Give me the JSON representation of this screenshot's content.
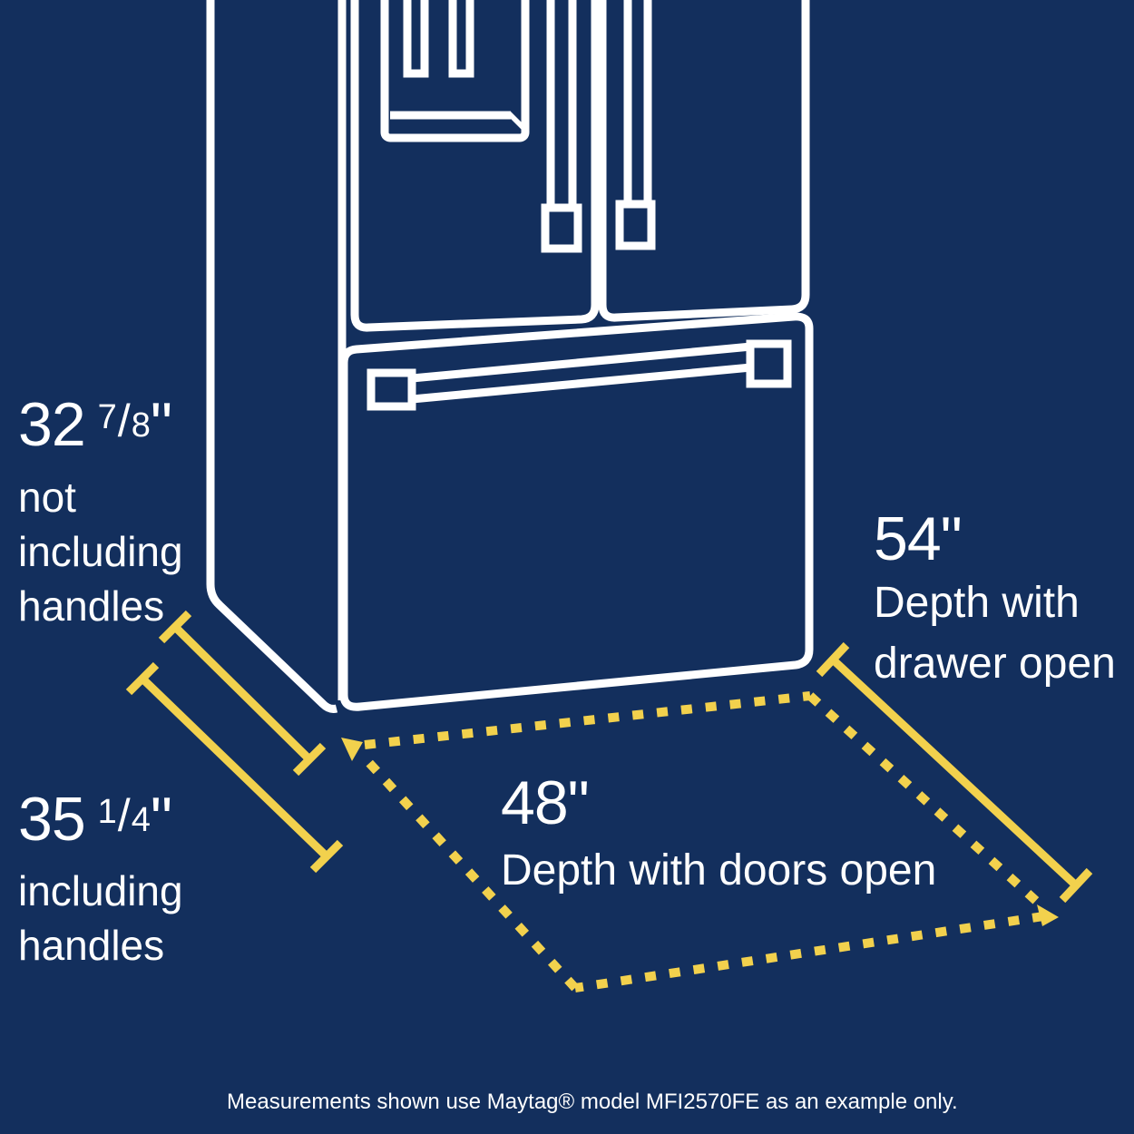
{
  "colors": {
    "bg": "#132f5d",
    "ink": "#ffffff",
    "accent": "#f2d14d"
  },
  "dims": {
    "no_handles": {
      "whole": "32",
      "num": "7",
      "den": "8",
      "unit": "\"",
      "lines": [
        "not",
        "including",
        "handles"
      ]
    },
    "with_handles": {
      "whole": "35",
      "num": "1",
      "den": "4",
      "unit": "\"",
      "lines": [
        "including",
        "handles"
      ]
    },
    "drawer_open": {
      "whole": "54",
      "unit": "\"",
      "lines": [
        "Depth with",
        "drawer open"
      ]
    },
    "doors_open": {
      "whole": "48",
      "unit": "\"",
      "lines": [
        "Depth with doors open"
      ]
    }
  },
  "footnote": "Measurements shown use Maytag® model MFI2570FE as an example only."
}
